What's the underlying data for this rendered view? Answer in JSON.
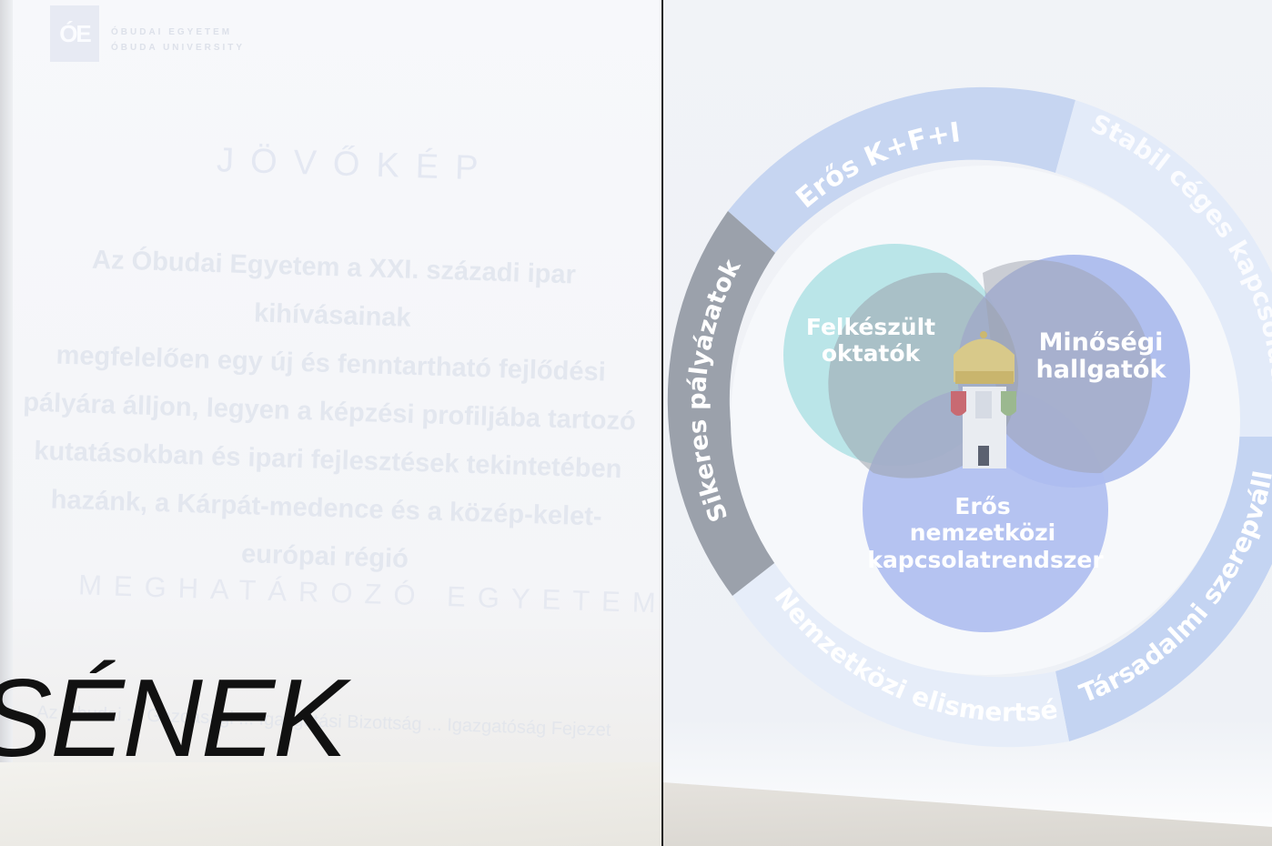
{
  "logo": {
    "mark": "ÓE",
    "line1": "ÓBUDAI EGYETEM",
    "line2": "ÓBUDA UNIVERSITY"
  },
  "slide": {
    "title": "JÖVŐKÉP",
    "body_lines": [
      "Az Óbudai Egyetem a XXI. századi ipar kihívásainak",
      "megfelelően egy új és fenntartható fejlődési",
      "pályára álljon, legyen a képzési profiljába tartozó",
      "kutatásokban és ipari fejlesztések tekintetében",
      "hazánk, a Kárpát-medence és a közép-kelet-",
      "európai régió"
    ],
    "footer": "MEGHATÁROZÓ EGYETEME",
    "small_text": "Az Óbudai ... Gazdasági ... Igazgatási Bizottság ... Igazgatóság Fejezet"
  },
  "caption": "SÉNEK",
  "diagram": {
    "ring_segments": [
      {
        "label": "Erős K+F+I",
        "color": "#c6d5f1"
      },
      {
        "label": "Stabil céges kapcsolati háló",
        "color": "#e3ebf9"
      },
      {
        "label": "Társadalmi szerepvállalás",
        "color": "#c4d4f2"
      },
      {
        "label": "Nemzetközi elismertség",
        "color": "#e6edf9"
      },
      {
        "label": "Sikeres pályázatok",
        "color": "#9ba1ab"
      }
    ],
    "circles": [
      {
        "label_lines": [
          "Felkészült",
          "oktatók"
        ],
        "color": "#b6e4e7"
      },
      {
        "label_lines": [
          "Minőségi",
          "hallgatók"
        ],
        "color": "#a8b8ec"
      },
      {
        "label_lines": [
          "Erős",
          "nemzetközi",
          "kapcsolatrendszer"
        ],
        "color": "#aebdef"
      }
    ],
    "center_emblem": "coat-of-arms"
  }
}
